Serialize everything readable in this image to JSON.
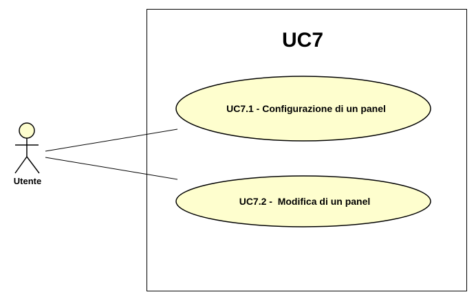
{
  "system": {
    "title": "UC7"
  },
  "actor": {
    "name": "Utente"
  },
  "use_cases": [
    {
      "id": "uc7-1",
      "label": "UC7.1 - Configurazione di un panel"
    },
    {
      "id": "uc7-2",
      "label": "UC7.2 -  Modifica di un panel"
    }
  ],
  "colors": {
    "use_case_fill": "#FEFECE",
    "actor_fill": "#FEFECE",
    "stroke": "#000000",
    "background": "#FFFFFF"
  }
}
